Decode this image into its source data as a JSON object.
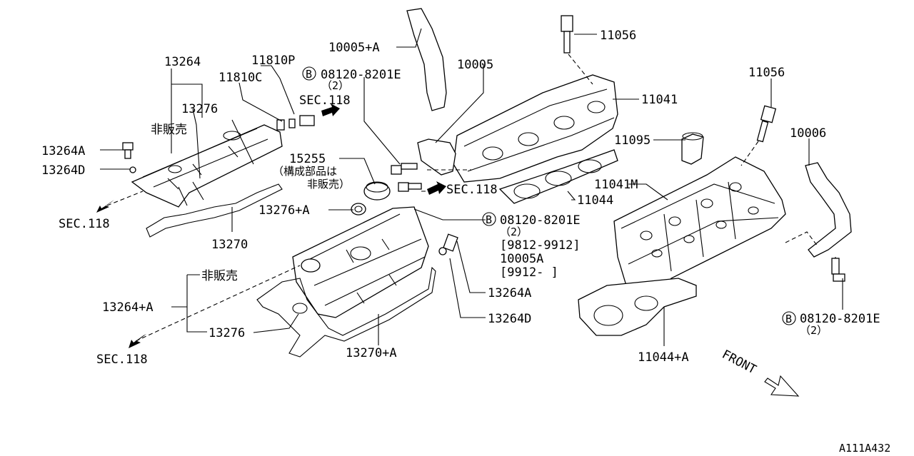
{
  "parts": {
    "p13264": "13264",
    "p11810p": "11810P",
    "p11810c": "11810C",
    "p13276_top": "13276",
    "hanbai_top": "非販売",
    "p13264a_left": "13264A",
    "p13264d_left": "13264D",
    "sec118_left": "SEC.118",
    "sec118_top": "SEC.118",
    "p15255": "15255",
    "kosei": "（構成部品は",
    "kosei2": "非販売）",
    "p13276a": "13276+A",
    "p13270": "13270",
    "p10005a_top": "10005+A",
    "bolt_top_code": "08120-8201E",
    "bolt_top_qty": "（2）",
    "p10005": "10005",
    "p11056_top": "11056",
    "p11041": "11041",
    "p11095": "11095",
    "sec118_mid": "SEC.118",
    "p11044": "11044",
    "p11041m": "11041M",
    "bolt_mid_code": "08120-8201E",
    "bolt_mid_qty": "（2）",
    "range1": "[9812-9912]",
    "p10005a_mid": "10005A",
    "range2": "[9912-  ]",
    "hanbai_bottom": "非販売",
    "p13264a_plus": "13264+A",
    "p13276_bottom": "13276",
    "sec118_bottom": "SEC.118",
    "p13270a": "13270+A",
    "p13264a_right": "13264A",
    "p13264d_right": "13264D",
    "p11056_right": "11056",
    "p10006": "10006",
    "bolt_right_code": "08120-8201E",
    "bolt_right_qty": "（2）",
    "p11044a": "11044+A",
    "front": "FRONT",
    "diagram_id": "A111A432",
    "b_mark": "B"
  }
}
